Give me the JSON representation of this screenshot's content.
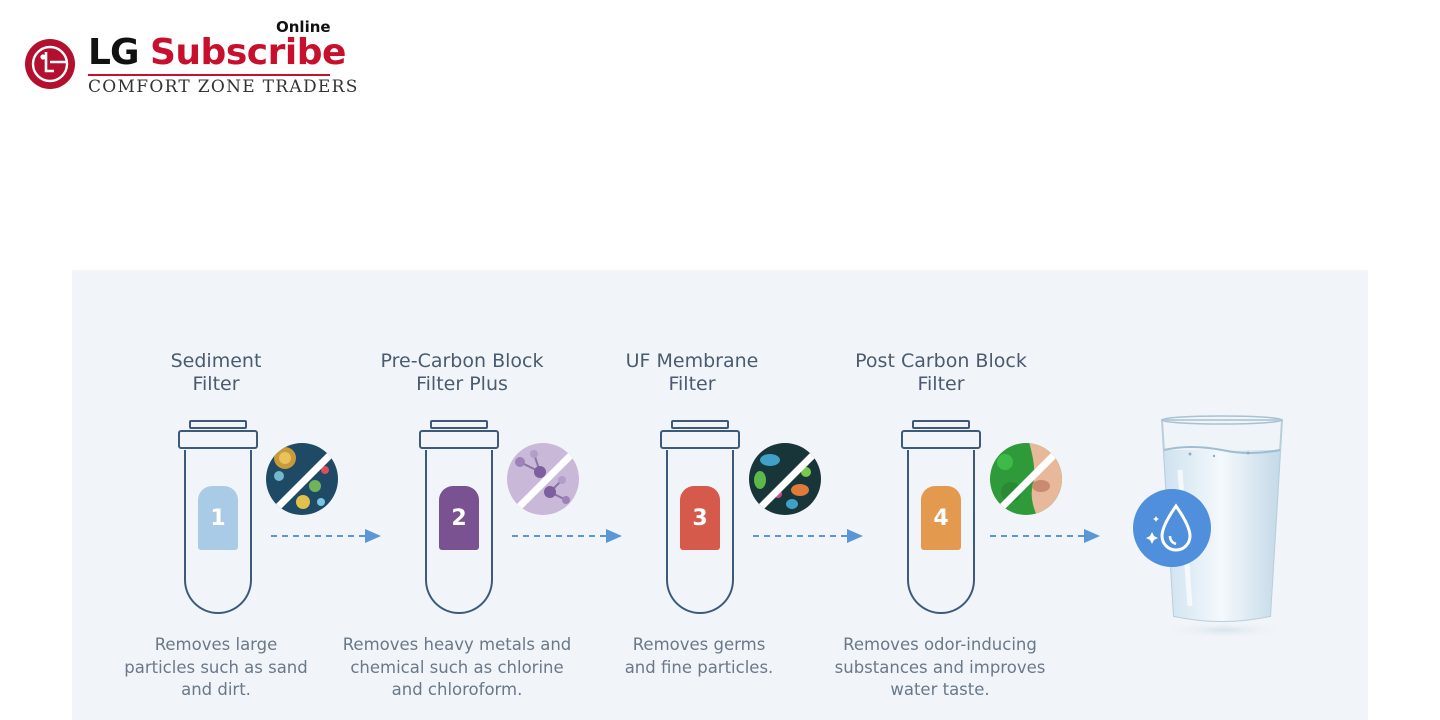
{
  "brand": {
    "lg": "LG",
    "subscribe": "Subscribe",
    "online": "Online",
    "tagline": "COMFORT ZONE TRADERS",
    "logo_icon": "lg-face-icon",
    "brand_red": "#c8102e"
  },
  "stages": [
    {
      "number": "1",
      "title_line1": "Sediment",
      "title_line2": "Filter",
      "desc_line1": "Removes large",
      "desc_line2": "particles such as sand",
      "desc_line3": "and dirt.",
      "color": "#a9cbe6",
      "image_icon": "bacteria-icon"
    },
    {
      "number": "2",
      "title_line1": "Pre-Carbon Block",
      "title_line2": "Filter Plus",
      "desc_line1": "Removes heavy metals and",
      "desc_line2": "chemical such as chlorine",
      "desc_line3": "and chloroform.",
      "color": "#7a5291",
      "image_icon": "molecule-icon"
    },
    {
      "number": "3",
      "title_line1": "UF Membrane",
      "title_line2": "Filter",
      "desc_line1": "Removes germs",
      "desc_line2": "and fine particles.",
      "desc_line3": "",
      "color": "#d65a4c",
      "image_icon": "germs-icon"
    },
    {
      "number": "4",
      "title_line1": "Post Carbon Block",
      "title_line2": "Filter",
      "desc_line1": "Removes odor-inducing",
      "desc_line2": "substances and improves",
      "desc_line3": "water taste.",
      "color": "#e39a4e",
      "image_icon": "nose-odor-icon"
    }
  ],
  "result": {
    "glass_icon": "water-glass-icon",
    "drop_icon": "water-drop-sparkle-icon",
    "accent": "#4f8fdb"
  }
}
